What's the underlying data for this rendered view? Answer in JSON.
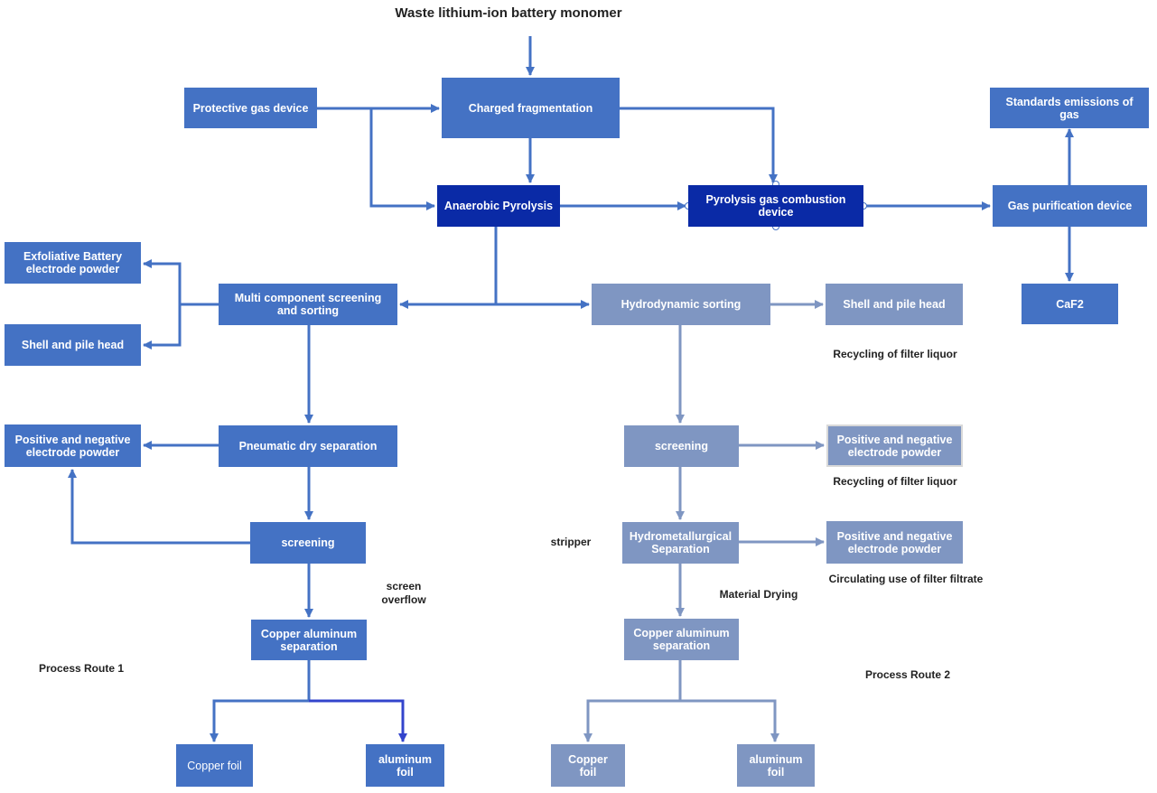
{
  "title": "Waste lithium-ion battery monomer",
  "nodes": {
    "protective_gas_device": "Protective gas device",
    "charged_fragmentation": "Charged fragmentation",
    "anaerobic_pyrolysis": "Anaerobic Pyrolysis",
    "pyrolysis_gas_combustion": "Pyrolysis gas combustion\ndevice",
    "gas_purification": "Gas purification device",
    "standards_emissions": "Standards emissions of gas",
    "caf2": "CaF2",
    "exfoliative_powder": "Exfoliative Battery\nelectrode powder",
    "shell_pile_head_1": "Shell and pile head",
    "multi_component": "Multi component screening\nand sorting",
    "hydrodynamic_sorting": "Hydrodynamic sorting",
    "shell_pile_head_2": "Shell and pile head",
    "pos_neg_powder_1": "Positive and negative\nelectrode powder",
    "pneumatic_dry": "Pneumatic dry separation",
    "screening_1": "screening",
    "screening_2": "screening",
    "pos_neg_powder_2": "Positive and negative\nelectrode powder",
    "hydrometallurgical": "Hydrometallurgical\nSeparation",
    "pos_neg_powder_3": "Positive and negative\nelectrode powder",
    "cu_al_sep_1": "Copper aluminum\nseparation",
    "cu_al_sep_2": "Copper aluminum\nseparation",
    "copper_foil_1": "Copper foil",
    "aluminum_foil_1": "aluminum\nfoil",
    "copper_foil_2": "Copper\nfoil",
    "aluminum_foil_2": "aluminum\nfoil"
  },
  "labels": {
    "recycling_1": "Recycling of filter liquor",
    "recycling_2": "Recycling of filter liquor",
    "circulating": "Circulating use of filter filtrate",
    "material_drying": "Material Drying",
    "stripper": "stripper",
    "screen_overflow": "screen\noverflow",
    "route_1": "Process Route 1",
    "route_2": "Process Route 2"
  },
  "colors": {
    "route1_box": "#4472c4",
    "highlight_box": "#0a2aa6",
    "route2_box": "#7f96c2",
    "route1_line": "#4472c4",
    "route2_line": "#7f96c2",
    "accent_line": "#3344cc"
  }
}
